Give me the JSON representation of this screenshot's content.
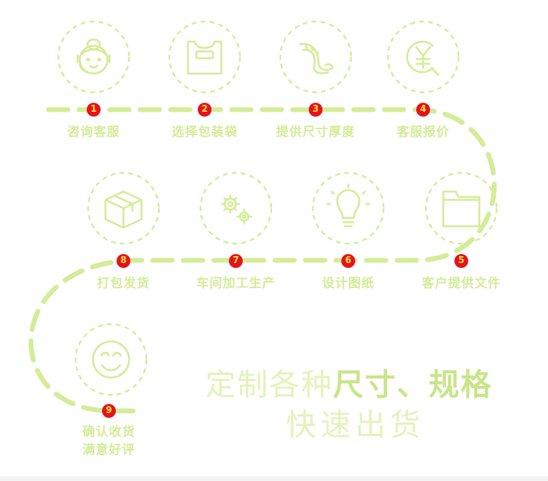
{
  "colors": {
    "accent": "#d4ec98",
    "badge": "#e5141b",
    "badge_text": "#ffe14a"
  },
  "steps": [
    {
      "number": "1",
      "label": "咨询客服",
      "icon": "customer-service-icon"
    },
    {
      "number": "2",
      "label": "选择包装袋",
      "icon": "bag-icon"
    },
    {
      "number": "3",
      "label": "提供尺寸厚度",
      "icon": "measure-icon"
    },
    {
      "number": "4",
      "label": "客服报价",
      "icon": "yuan-price-icon"
    },
    {
      "number": "5",
      "label": "客户提供文件",
      "icon": "folder-icon"
    },
    {
      "number": "6",
      "label": "设计图纸",
      "icon": "lightbulb-icon"
    },
    {
      "number": "7",
      "label": "车间加工生产",
      "icon": "gears-icon"
    },
    {
      "number": "8",
      "label": "打包发货",
      "icon": "box-icon"
    },
    {
      "number": "9",
      "label": "确认收货",
      "label2": "满意好评",
      "icon": "smiley-icon"
    }
  ],
  "slogan": {
    "line1_light": "定制各种",
    "line1_bold": "尺寸、规格",
    "line2": "快速出货"
  }
}
